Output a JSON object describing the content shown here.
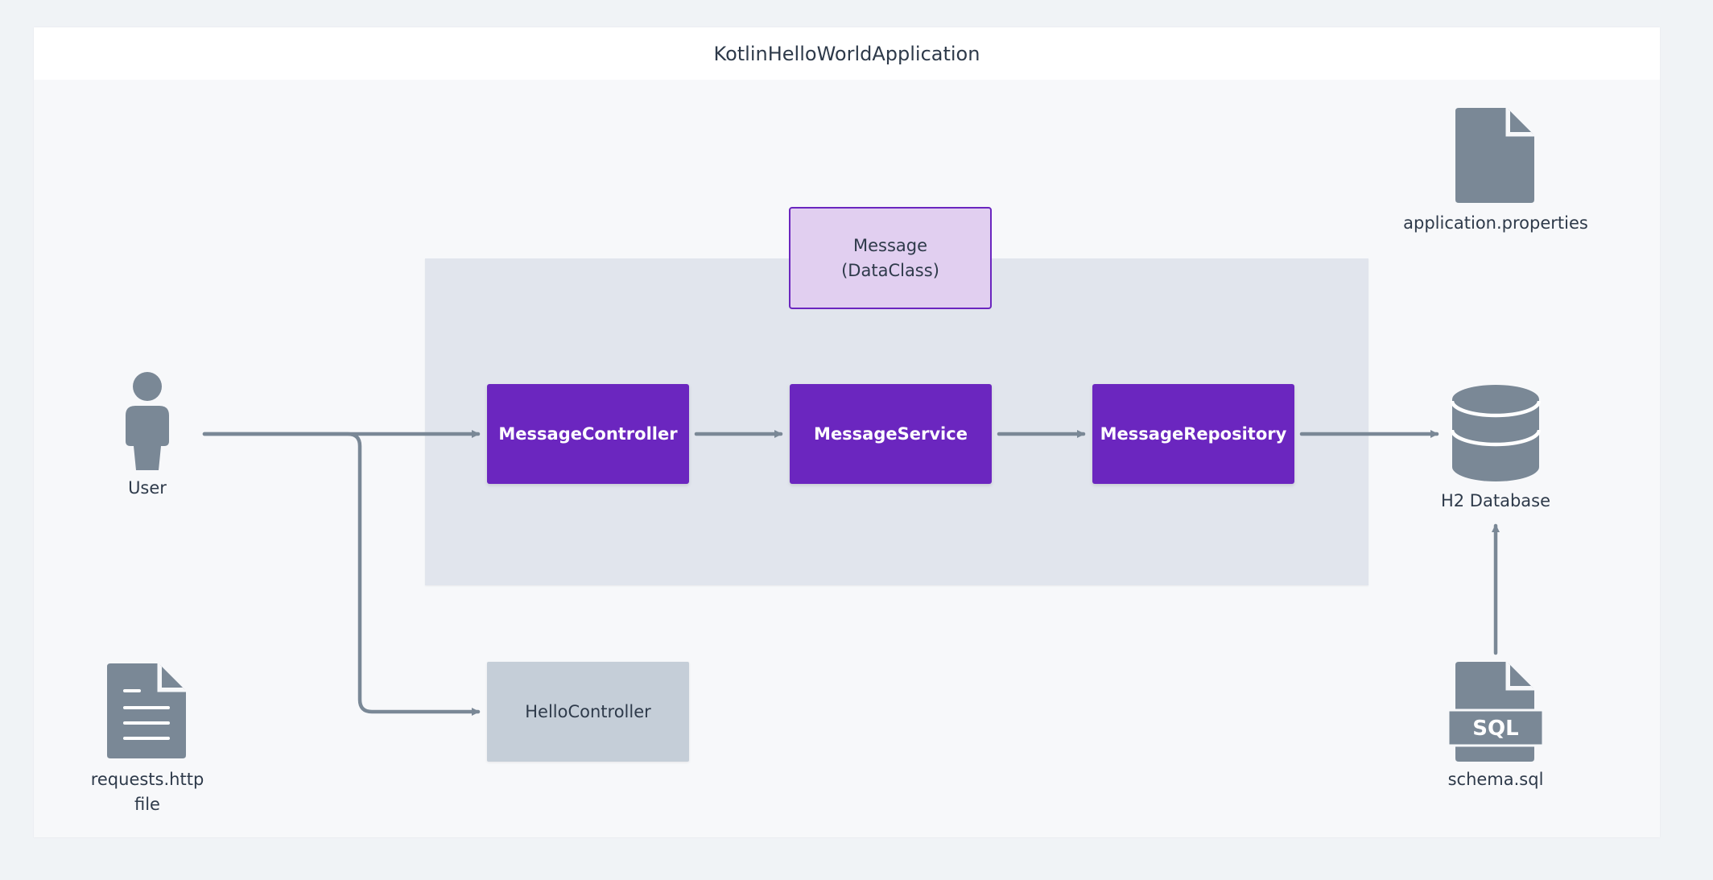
{
  "title": "KotlinHelloWorldApplication",
  "nodes": {
    "message": {
      "line1": "Message",
      "line2": "(DataClass)"
    },
    "controller": "MessageController",
    "service": "MessageService",
    "repository": "MessageRepository",
    "hello": "HelloController"
  },
  "actors": {
    "user": "User",
    "database": "H2 Database",
    "properties": "application.properties",
    "schema": "schema.sql",
    "schema_badge": "SQL",
    "requests_line1": "requests.http",
    "requests_line2": "file"
  },
  "icons": {
    "user": "user-icon",
    "database": "database-icon",
    "properties": "file-icon",
    "schema": "sql-file-icon",
    "requests": "document-icon"
  },
  "colors": {
    "component": "#6b26bf",
    "dataclass_fill": "#e1cff0",
    "hello_fill": "#c5ced8",
    "group_fill": "#e1e5ed",
    "connector": "#7a8896"
  }
}
